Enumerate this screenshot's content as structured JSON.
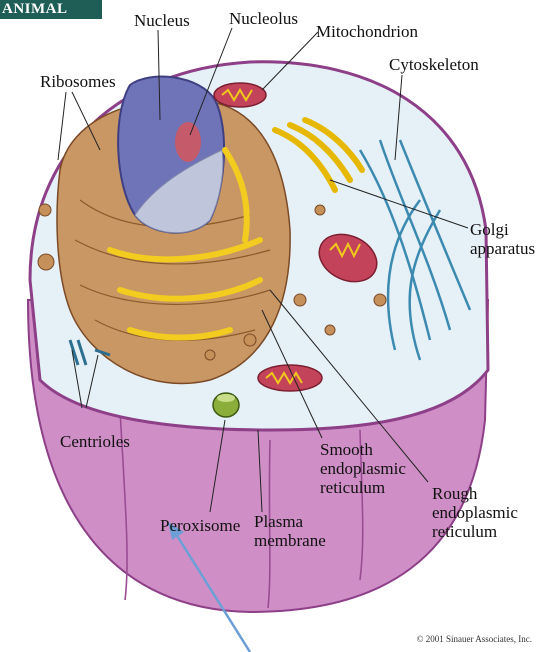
{
  "title": "ANIMAL CELL",
  "labels": {
    "nucleus": "Nucleus",
    "nucleolus": "Nucleolus",
    "mitochondrion": "Mitochondrion",
    "cytoskeleton": "Cytoskeleton",
    "ribosomes": "Ribosomes",
    "golgi_1": "Golgi",
    "golgi_2": "apparatus",
    "centrioles": "Centrioles",
    "smooth_er_1": "Smooth",
    "smooth_er_2": "endoplasmic",
    "smooth_er_3": "reticulum",
    "rough_er_1": "Rough",
    "rough_er_2": "endoplasmic",
    "rough_er_3": "reticulum",
    "peroxisome": "Peroxisome",
    "plasma_1": "Plasma",
    "plasma_2": "membrane"
  },
  "credit": "© 2001 Sinauer Associates, Inc.",
  "colors": {
    "membrane": "#c77fbf",
    "membrane_dark": "#9a4c93",
    "cytoplasm": "#e8f2f8",
    "nucleus": "#6f74b8",
    "golgi": "#f1c91c",
    "rough_er": "#c9925a",
    "mitochondrion": "#c2435a",
    "cytoskeleton": "#3d8ab0",
    "arrow": "#6b9fd6"
  }
}
